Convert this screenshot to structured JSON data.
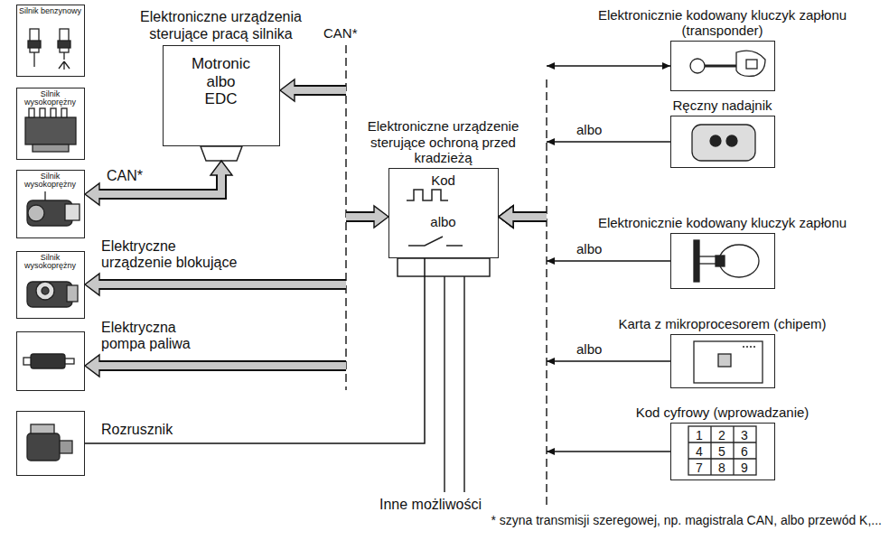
{
  "diagram": {
    "nodes": [
      {
        "text": [
          "Silnik benzynowy"
        ]
      },
      {
        "text": [
          "Elektroniczne urządzenia sterujące pracą silnika",
          "Motronic albo EDC"
        ]
      },
      {
        "text": [
          "Elektronicznie kodowany kluczyk zapłonu (transponder)"
        ]
      },
      {
        "text": [
          "Silnik wysokoprężny"
        ]
      },
      {
        "text": [
          "Ręczny nadajnik"
        ]
      },
      {
        "text": [
          "Elektroniczne urządzenie sterujące ochroną przed kradzieżą",
          "Kod",
          "albo"
        ]
      },
      {
        "text": [
          "Silnik wysokoprężny"
        ]
      },
      {
        "text": [
          "Elektronicznie kodowany kluczyk zapłonu"
        ]
      },
      {
        "text": [
          "Silnik wysokoprężny"
        ]
      },
      {
        "text": [
          "Karta z mikroprocesorem (chipem)"
        ]
      },
      {
        "text": []
      },
      {
        "text": [
          "Kod cyfrowy (wprowadzanie)",
          "1",
          "2",
          "3",
          "4",
          "5",
          "6",
          "7",
          "8",
          "9"
        ]
      },
      {
        "text": []
      }
    ],
    "edges": [
      {
        "from": 5,
        "to": 1,
        "arrow": "both"
      },
      {
        "from": 1,
        "to": 6,
        "arrow": "both",
        "label": "CAN*"
      },
      {
        "from": 5,
        "to": 8,
        "arrow": "to",
        "label": "Elektryczne urządzenie blokujące"
      },
      {
        "from": 5,
        "to": 10,
        "arrow": "to",
        "label": "Elektryczna pompa paliwa"
      },
      {
        "from": 5,
        "to": 12,
        "arrow": "none",
        "label": "Rozrusznik"
      },
      {
        "from": 2,
        "to": 5,
        "arrow": "both"
      },
      {
        "from": 4,
        "to": 5,
        "arrow": "to",
        "label": "albo"
      },
      {
        "from": 7,
        "to": 5,
        "arrow": "to",
        "label": "albo"
      },
      {
        "from": 9,
        "to": 5,
        "arrow": "to",
        "label": "albo"
      },
      {
        "from": 11,
        "to": 5,
        "arrow": "to"
      }
    ],
    "labels": [
      "CAN*",
      "Inne możliwości",
      "* szyna transmisji szeregowej, np. magistrala CAN, albo przewód K,..."
    ]
  }
}
